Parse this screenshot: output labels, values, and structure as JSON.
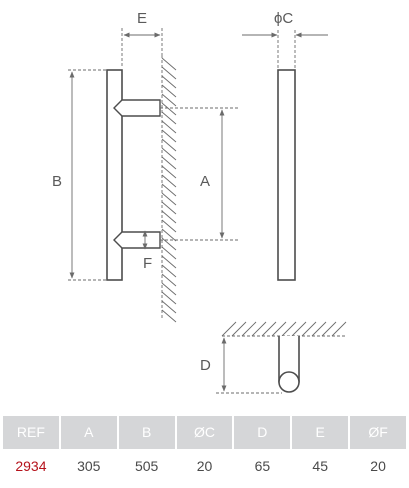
{
  "dimensions": {
    "a": "A",
    "b": "B",
    "c": "C",
    "c_symbol": "ϕ",
    "d": "D",
    "e": "E",
    "f": "F"
  },
  "table": {
    "headers": [
      "REF",
      "A",
      "B",
      "ØC",
      "D",
      "E",
      "ØF"
    ],
    "values": [
      "2934",
      "305",
      "505",
      "20",
      "65",
      "45",
      "20"
    ]
  },
  "colors": {
    "line": "#4d4d4d",
    "dim_line": "#6b6b6b",
    "header_bg": "#d5d6d8",
    "ref_text": "#b5121b"
  }
}
